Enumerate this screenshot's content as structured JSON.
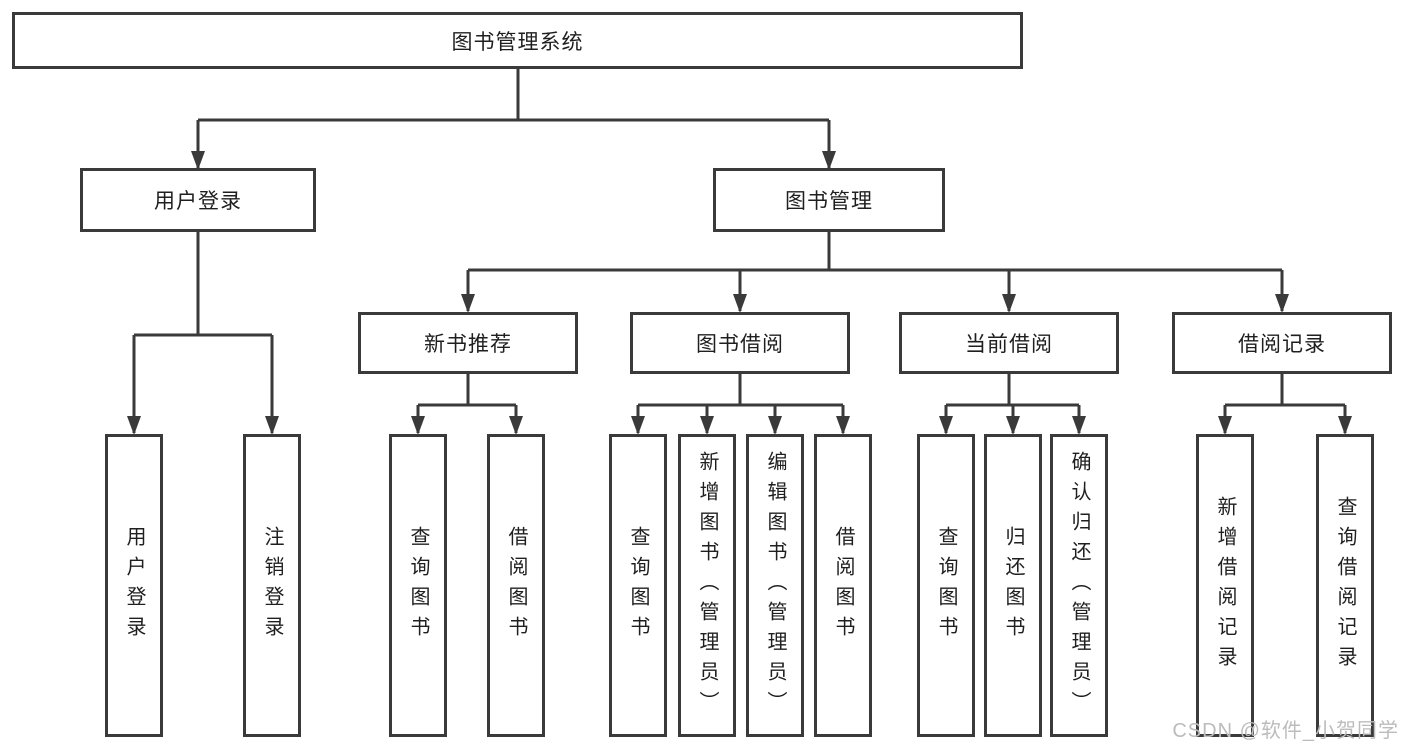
{
  "tree": {
    "root": "图书管理系统",
    "branches": [
      {
        "label": "用户登录",
        "leaves": [
          "用户登录",
          "注销登录"
        ]
      },
      {
        "label": "图书管理",
        "groups": [
          {
            "label": "新书推荐",
            "leaves": [
              "查询图书",
              "借阅图书"
            ]
          },
          {
            "label": "图书借阅",
            "leaves": [
              "查询图书",
              "新增图书（管理员）",
              "编辑图书（管理员）",
              "借阅图书"
            ]
          },
          {
            "label": "当前借阅",
            "leaves": [
              "查询图书",
              "归还图书",
              "确认归还（管理员）"
            ]
          },
          {
            "label": "借阅记录",
            "leaves": [
              "新增借阅记录",
              "查询借阅记录"
            ]
          }
        ]
      }
    ]
  },
  "watermark": {
    "text": "CSDN @软件_小贺同学"
  },
  "colors": {
    "line": "#3a3a3a",
    "box_border": "#3a3a3a",
    "text": "#1f1f1f",
    "watermark": "#bcbcbc",
    "background": "#ffffff"
  }
}
